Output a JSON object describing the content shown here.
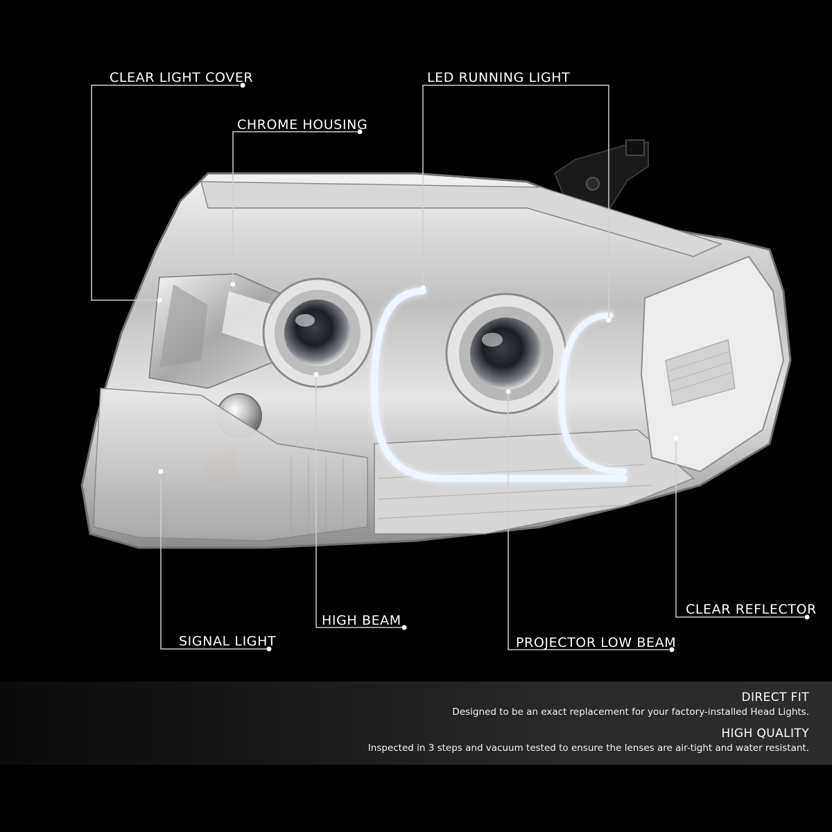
{
  "callouts": {
    "clear_light_cover": "CLEAR LIGHT COVER",
    "chrome_housing": "CHROME HOUSING",
    "led_running_light": "LED RUNNING LIGHT",
    "clear_reflector": "CLEAR REFLECTOR",
    "high_beam": "HIGH BEAM",
    "signal_light": "SIGNAL LIGHT",
    "projector_low_beam": "PROJECTOR LOW BEAM"
  },
  "features": [
    {
      "title": "DIRECT FIT",
      "description": "Designed to be an exact replacement for your factory-installed Head Lights."
    },
    {
      "title": "HIGH QUALITY",
      "description": "Inspected in 3 steps and vacuum tested to ensure the lenses are air-tight and water resistant."
    }
  ],
  "colors": {
    "background": "#000000",
    "callout_line": "#cfcfcf",
    "text": "#ffffff",
    "led_glow": "#eef6ff",
    "signal_amber": "#d9822b"
  },
  "icons": {
    "callout_dot": "bullet-dot"
  }
}
